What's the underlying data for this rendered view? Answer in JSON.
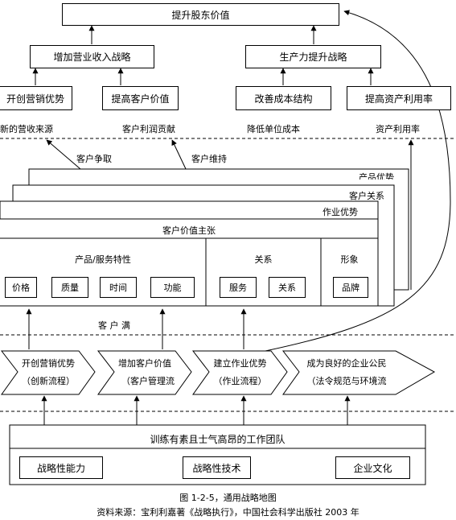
{
  "top": {
    "goal": "提升股东价值",
    "left_strategy": "增加营业收入战略",
    "right_strategy": "生产力提升战略",
    "sub1": "开创营销优势",
    "sub2": "提高客户价值",
    "sub3": "改善成本结构",
    "sub4": "提高资产利用率"
  },
  "financial_labels": {
    "l1": "新的营收来源",
    "l2": "客户利润贡献",
    "l3": "降低单位成本",
    "l4": "资产利用率"
  },
  "customer": {
    "acquire": "客户争取",
    "retain": "客户维持",
    "layer_product": "产品优势",
    "layer_relation": "客户关系",
    "layer_ops": "作业优势",
    "value_prop": "客户价值主张",
    "section_product": "产品/服务特性",
    "section_relation": "关系",
    "section_image": "形象",
    "attr_price": "价格",
    "attr_quality": "质量",
    "attr_time": "时间",
    "attr_function": "功能",
    "attr_service": "服务",
    "attr_relation": "关系",
    "attr_brand": "品牌",
    "satisfaction": "客 户 满"
  },
  "process": {
    "p1_title": "开创营销优势",
    "p1_sub": "（创新流程）",
    "p2_title": "增加客户价值",
    "p2_sub": "（客户管理流",
    "p3_title": "建立作业优势",
    "p3_sub": "（作业流程）",
    "p4_title": "成为良好的企业公民",
    "p4_sub": "（法令规范与环境流"
  },
  "learning": {
    "team": "训练有素且士气高昂的工作团队",
    "cap1": "战略性能力",
    "cap2": "战略性技术",
    "cap3": "企业文化"
  },
  "caption": {
    "figure": "图 1-2-5，通用战略地图",
    "source": "资料来源：宝利利嘉著《战略执行》，中国社会科学出版社 2003 年"
  }
}
